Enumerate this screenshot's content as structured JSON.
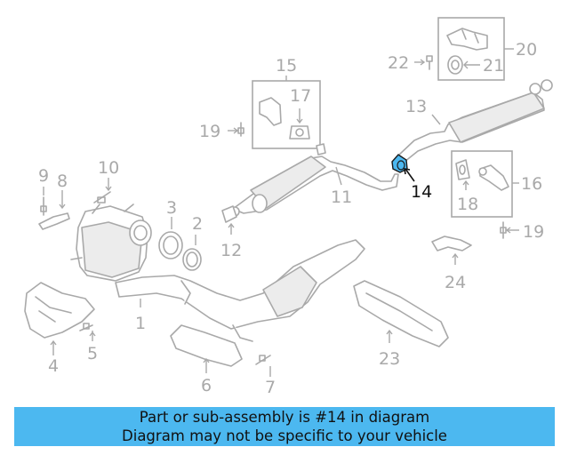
{
  "callouts": {
    "c1": "1",
    "c2": "2",
    "c3": "3",
    "c4": "4",
    "c5": "5",
    "c6": "6",
    "c7": "7",
    "c8": "8",
    "c9": "9",
    "c10": "10",
    "c11": "11",
    "c12": "12",
    "c13": "13",
    "c14": "14",
    "c15": "15",
    "c16": "16",
    "c17": "17",
    "c18": "18",
    "c19a": "19",
    "c19b": "19",
    "c20": "20",
    "c21": "21",
    "c22": "22",
    "c23": "23",
    "c24": "24"
  },
  "highlight": {
    "color": "#4cb8f0",
    "label_color": "#111111",
    "callout": "14"
  },
  "banner": {
    "line1": "Part or sub-assembly is #14 in diagram",
    "line2": "Diagram may not be specific to your vehicle",
    "color": "#4cb8f0"
  }
}
